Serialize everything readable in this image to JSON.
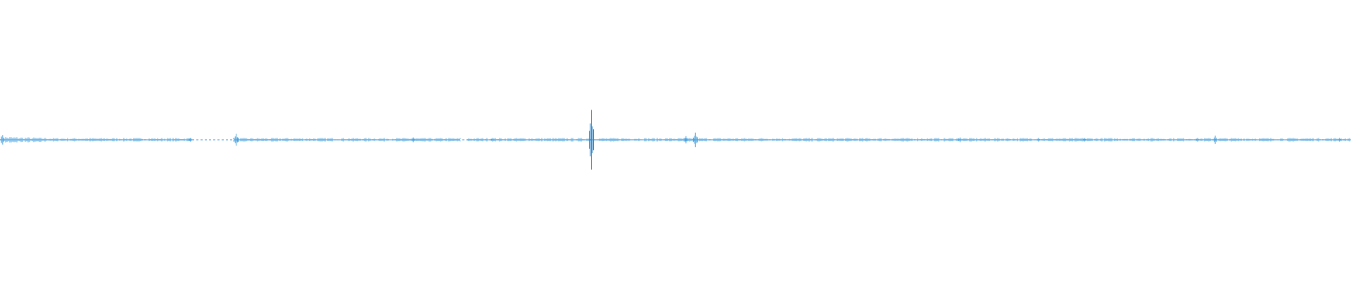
{
  "colors": {
    "background": "#ffffff",
    "waveform": "#4aa3df",
    "waveform_dark": "#2b86c8"
  },
  "chart_data": {
    "type": "line",
    "title": "",
    "xlabel": "",
    "ylabel": "",
    "grid": false,
    "legend": "none",
    "x": [
      0.0,
      0.04,
      0.08,
      0.12,
      0.16,
      0.2,
      0.24,
      0.28,
      0.32,
      0.36,
      0.4,
      0.44,
      0.48,
      0.52,
      0.56,
      0.6,
      0.64,
      0.68,
      0.72,
      0.76,
      0.8,
      0.84,
      0.88,
      0.92,
      0.96,
      1.0
    ],
    "ylim": [
      -1,
      1
    ],
    "series": [
      {
        "values": [
          0.02,
          0.01,
          0.01,
          0.01,
          0.01,
          0.01,
          0.01,
          0.01,
          0.01,
          0.01,
          0.01,
          0.01,
          0.01,
          0.01,
          0.01,
          0.01,
          0.01,
          0.01,
          0.01,
          0.01,
          0.01,
          0.01,
          0.01,
          0.01,
          0.01,
          0.01
        ]
      }
    ],
    "spikes": [
      {
        "x": 0.002,
        "amp": 0.04
      },
      {
        "x": 0.141,
        "amp": 0.015
      },
      {
        "x": 0.175,
        "amp": 0.05
      },
      {
        "x": 0.306,
        "amp": 0.02
      },
      {
        "x": 0.365,
        "amp": 0.015
      },
      {
        "x": 0.438,
        "amp": 0.25
      },
      {
        "x": 0.508,
        "amp": 0.03
      },
      {
        "x": 0.515,
        "amp": 0.06
      },
      {
        "x": 0.711,
        "amp": 0.02
      },
      {
        "x": 0.769,
        "amp": 0.015
      },
      {
        "x": 0.803,
        "amp": 0.015
      },
      {
        "x": 0.887,
        "amp": 0.015
      },
      {
        "x": 0.9,
        "amp": 0.035
      },
      {
        "x": 0.992,
        "amp": 0.015
      }
    ],
    "quiet_gaps": [
      {
        "from": 0.144,
        "to": 0.172
      },
      {
        "from": 0.341,
        "to": 0.346
      }
    ]
  }
}
